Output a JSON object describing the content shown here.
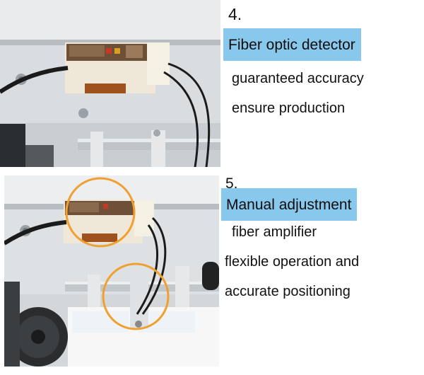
{
  "sections": [
    {
      "number": "4.",
      "title": "Fiber optic detector",
      "lines": [
        "guaranteed accuracy",
        "ensure production"
      ]
    },
    {
      "number": "5.",
      "title": "Manual adjustment",
      "lines": [
        "fiber amplifier",
        "flexible operation and",
        "accurate positioning"
      ]
    }
  ],
  "colors": {
    "highlight": "#88c8ec",
    "circle_marker": "#f0a030",
    "sensor_body": "#f0e8d8",
    "sensor_window": "#6e5038"
  }
}
